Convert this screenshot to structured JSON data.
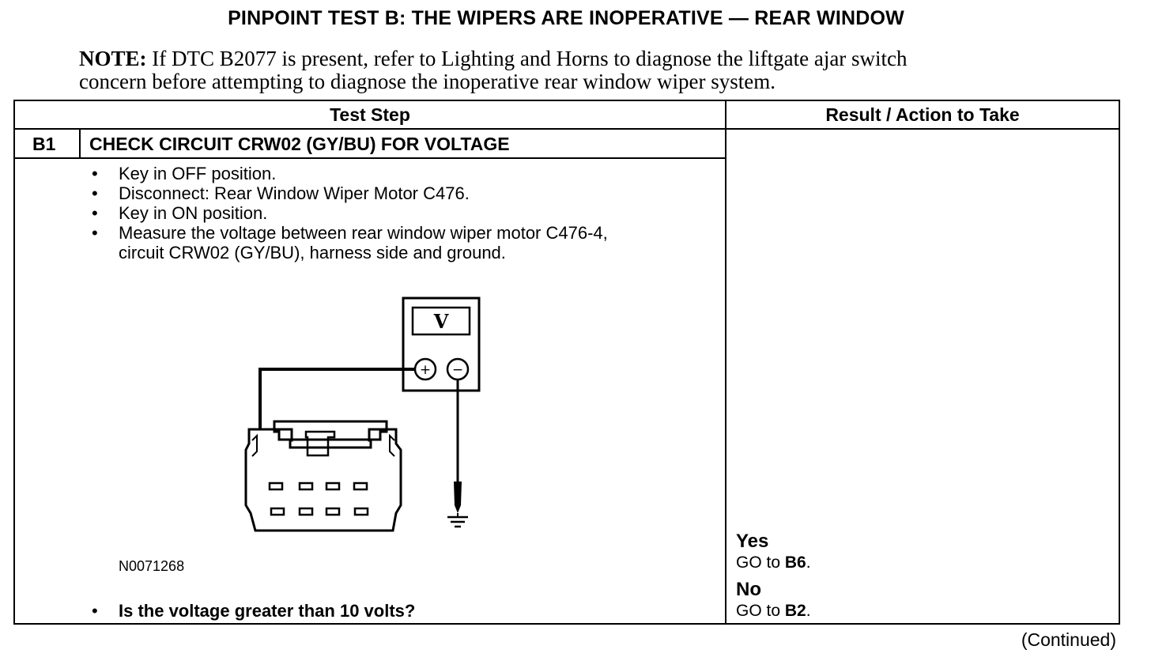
{
  "title": "PINPOINT TEST B: THE WIPERS ARE INOPERATIVE — REAR WINDOW",
  "note": {
    "label": "NOTE:",
    "line1": "If DTC B2077 is present, refer to Lighting and Horns to diagnose the liftgate ajar switch",
    "line2": "concern before attempting to diagnose the inoperative rear window wiper system."
  },
  "table": {
    "headers": {
      "test_step": "Test Step",
      "result": "Result / Action to Take"
    },
    "step": {
      "id": "B1",
      "heading": "CHECK CIRCUIT CRW02 (GY/BU) FOR VOLTAGE",
      "bullets": [
        "Key in OFF position.",
        "Disconnect: Rear Window Wiper Motor C476.",
        "Key in ON position.",
        "Measure the voltage between rear window wiper motor C476-4,",
        "circuit CRW02 (GY/BU), harness side and ground."
      ],
      "figure": {
        "meter_label": "V",
        "plus": "+",
        "minus": "−",
        "figure_id": "N0071268"
      },
      "question": "Is the voltage greater than 10 volts?"
    },
    "answers": {
      "yes_label": "Yes",
      "yes_goto_prefix": "GO to ",
      "yes_goto_step": "B6",
      "no_label": "No",
      "no_goto_prefix": "GO to ",
      "no_goto_step": "B2",
      "period": "."
    }
  },
  "footer": {
    "continued": "(Continued)"
  }
}
